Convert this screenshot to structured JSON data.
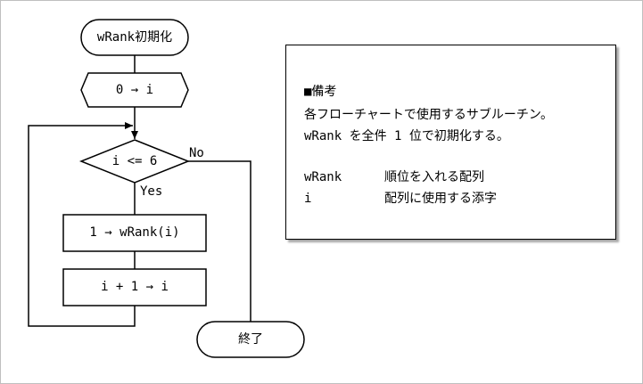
{
  "flowchart": {
    "start_label": "wRank初期化",
    "init_label": "0 → i",
    "condition_label": "i <= 6",
    "yes_label": "Yes",
    "no_label": "No",
    "process1_label": "1 → wRank(i)",
    "process2_label": "i + 1 → i",
    "end_label": "終了"
  },
  "note": {
    "heading": "■備考",
    "line1": "各フローチャートで使用するサブルーチン。",
    "line2": "wRank を全件 1 位で初期化する。",
    "definitions": [
      {
        "name": "wRank",
        "desc": "順位を入れる配列"
      },
      {
        "name": "i",
        "desc": "配列に使用する添字"
      }
    ]
  },
  "colors": {
    "stroke": "#000000",
    "background": "#ffffff",
    "frame": "#bfbfbf"
  }
}
